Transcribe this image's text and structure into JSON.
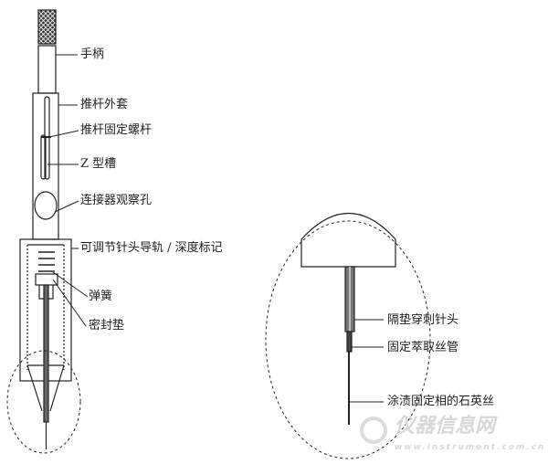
{
  "labels": {
    "handle": "手柄",
    "plunger_sleeve": "推杆外套",
    "plunger_screw": "推杆固定螺杆",
    "z_slot": "Z 型槽",
    "connector_window": "连接器观察孔",
    "needle_guide": "可调节针头导轨 / 深度标记",
    "spring": "弹簧",
    "seal": "密封垫",
    "septum_needle": "隔垫穿刺针头",
    "fiber_tube": "固定萃取丝管",
    "coated_fiber": "涂渍固定相的石英丝"
  },
  "watermark": {
    "name": "仪器信息网",
    "url": "www.instrument.com.cn"
  }
}
